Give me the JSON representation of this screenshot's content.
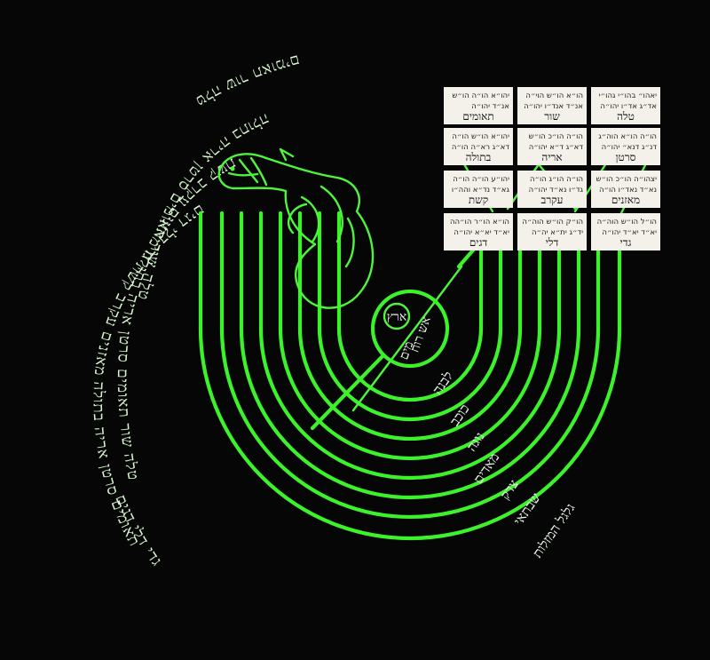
{
  "colors": {
    "background": "#060606",
    "neon_green": "#3cf32b",
    "zodiac_text": "#d8f7d0",
    "card_background": "#f4f1ea",
    "card_accent": "#b8202a"
  },
  "zodiac_lines": [
    "טלה שור תאומים",
    "טלה שור תאומים סרטן אריה בתולה",
    "טלה שור תאומים סרטן אריה בתולה מאזנים עקרב קשת",
    "טלה שור תאומים סרטן אריה בתולה מאזנים עקרב קשת גדי דלי דגים",
    "גדי דלי דגים"
  ],
  "center": {
    "earth_label": "ארץ",
    "elements_line1": "אש רוח",
    "elements_line2": "מים"
  },
  "rings": [
    "לבנה",
    "כוכב",
    "נוגה",
    "מאדים",
    "צדק",
    "שבתאי",
    "גלגל המזלות"
  ],
  "cards": [
    {
      "top": "יהו״א הו״ה הו״ש",
      "mid": "אנ״ד יהו״ה",
      "name": "תאומים"
    },
    {
      "top": "הו״א הו״ש הוי״ה",
      "mid": "אנ״ד אנד״ו יהו״ה",
      "name": "שור"
    },
    {
      "top": "יאהו״ בהו״י גהו״י",
      "mid": "אד״ג אד״ו יהו״ה",
      "name": "טלה"
    },
    {
      "top": "יהו״א הו״ש הו״ה",
      "mid": "דא״ג רא״ה הו״ה",
      "name": "בתולה"
    },
    {
      "top": "הו״ה הו״כ הו״ש",
      "mid": "דא״ג ד״א יהו״ה",
      "name": "אריה"
    },
    {
      "top": "הו״ה הו״א הוה״ג",
      "mid": "דנ״ג דנא״ יהו״ה",
      "name": "סרטן"
    },
    {
      "top": "יהו״ע הו״ה הו״ה",
      "mid": "גא״ד נד״א והה״ו",
      "name": "קשת"
    },
    {
      "top": "הו״ה הו״ג הו״ה",
      "mid": "גד״ו נא״ד יהו״ה",
      "name": "עקרב"
    },
    {
      "top": "יצהו״ה הו״כ הו״ש",
      "mid": "נא״ד נאד״ו הו״ה",
      "name": "מאזנים"
    },
    {
      "top": "הו״א הו״ר הו״הה",
      "mid": "יא״ד יא״א יהו״ה",
      "name": "דגים"
    },
    {
      "top": "הו״ק הו״ש הוה״ה",
      "mid": "יד״ג ית״א יה״ה",
      "name": "דלי"
    },
    {
      "top": "הו״ל הו״ש הוה״ה",
      "mid": "יא״ד יא״ד יהו״ה",
      "name": "גדי"
    }
  ]
}
